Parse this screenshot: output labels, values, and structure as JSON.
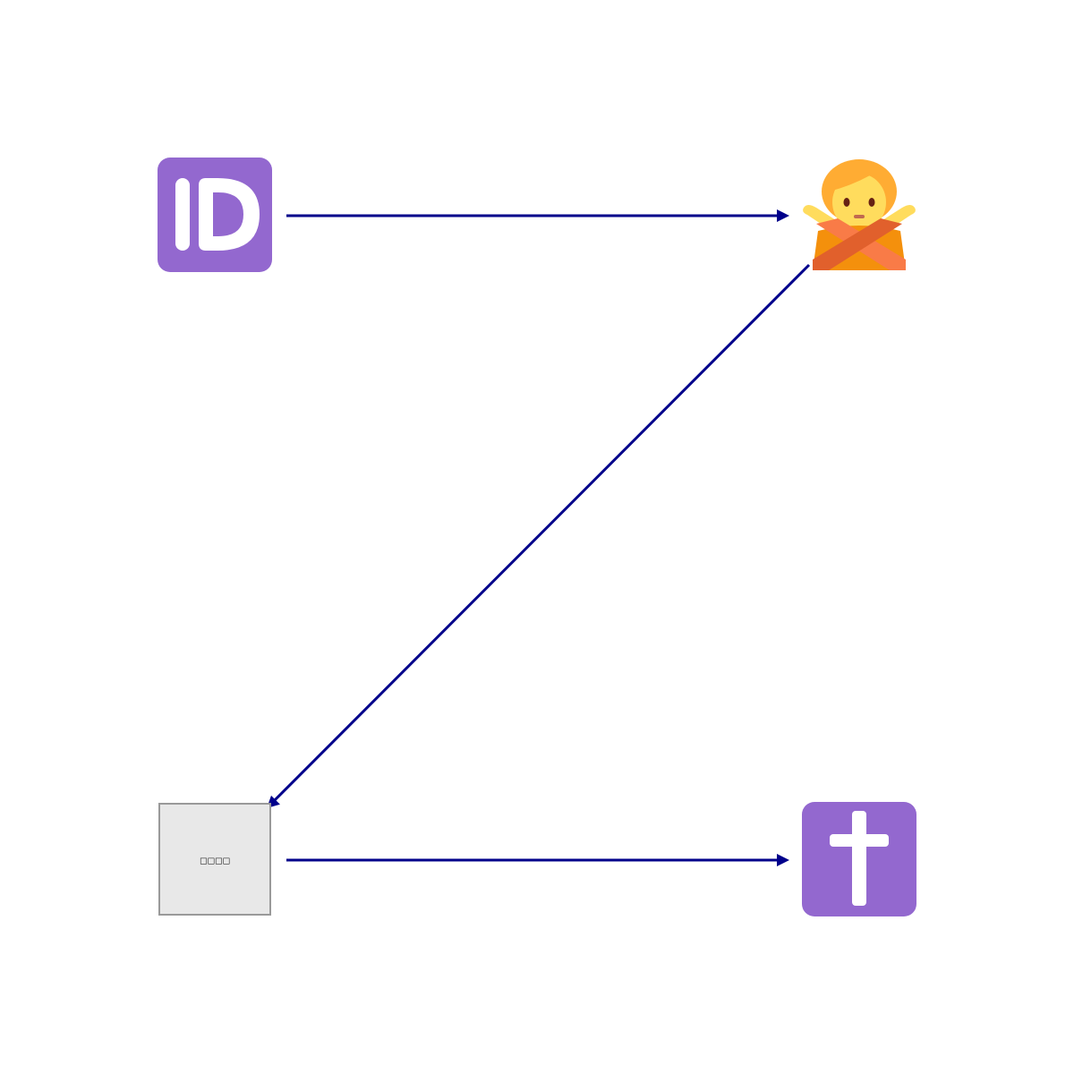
{
  "colors": {
    "background": "#ffffff",
    "edge": "#00008b",
    "purple_tile": "#9368cf",
    "white_glyph": "#ffffff",
    "placeholder_fill": "#e8e8e8",
    "placeholder_border": "#999999",
    "hair": "#ffac33",
    "skin": "#ffdc5d",
    "shirt": "#f4900c",
    "shirt_dark": "#e1602c",
    "arms": "#f97b47"
  },
  "nodes": [
    {
      "id": "id-button",
      "icon": "id-button-icon",
      "label": "ID"
    },
    {
      "id": "person-gesturing-no",
      "icon": "person-gesturing-no-icon"
    },
    {
      "id": "unsupported-glyph",
      "icon": "missing-glyph-placeholder-icon",
      "label": "□□□□"
    },
    {
      "id": "latin-cross",
      "icon": "latin-cross-icon"
    }
  ],
  "edges": [
    {
      "from": "id-button",
      "to": "person-gesturing-no"
    },
    {
      "from": "person-gesturing-no",
      "to": "unsupported-glyph"
    },
    {
      "from": "unsupported-glyph",
      "to": "latin-cross"
    }
  ]
}
